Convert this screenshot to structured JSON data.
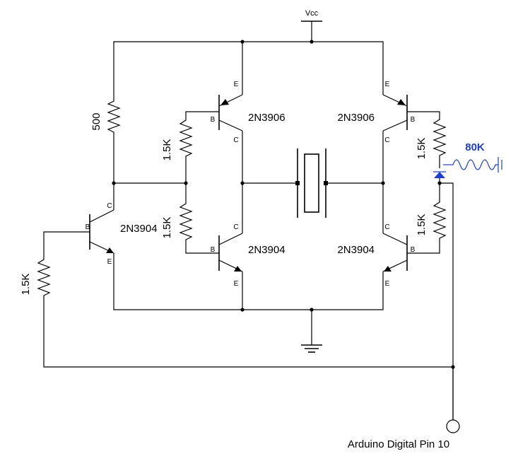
{
  "power": {
    "vcc_label": "Vcc"
  },
  "resistors": {
    "r_base": "500",
    "r_q1_bias": "1.5K",
    "r_q3_bias": "1.5K",
    "r_q2_bias": "1.5K",
    "r_q4_bias": "1.5K",
    "r_input": "1.5K",
    "r_pot": "80K"
  },
  "transistors": {
    "q1": "2N3906",
    "q2": "2N3906",
    "q3": "2N3904",
    "q4": "2N3904",
    "q5": "2N3904"
  },
  "pins": {
    "emitter": "E",
    "base": "B",
    "collector": "C"
  },
  "input": {
    "label": "Arduino Digital Pin 10"
  },
  "colors": {
    "wire": "#000000",
    "potentiometer": "#1a3fd0",
    "diode": "#1a3fd0"
  }
}
